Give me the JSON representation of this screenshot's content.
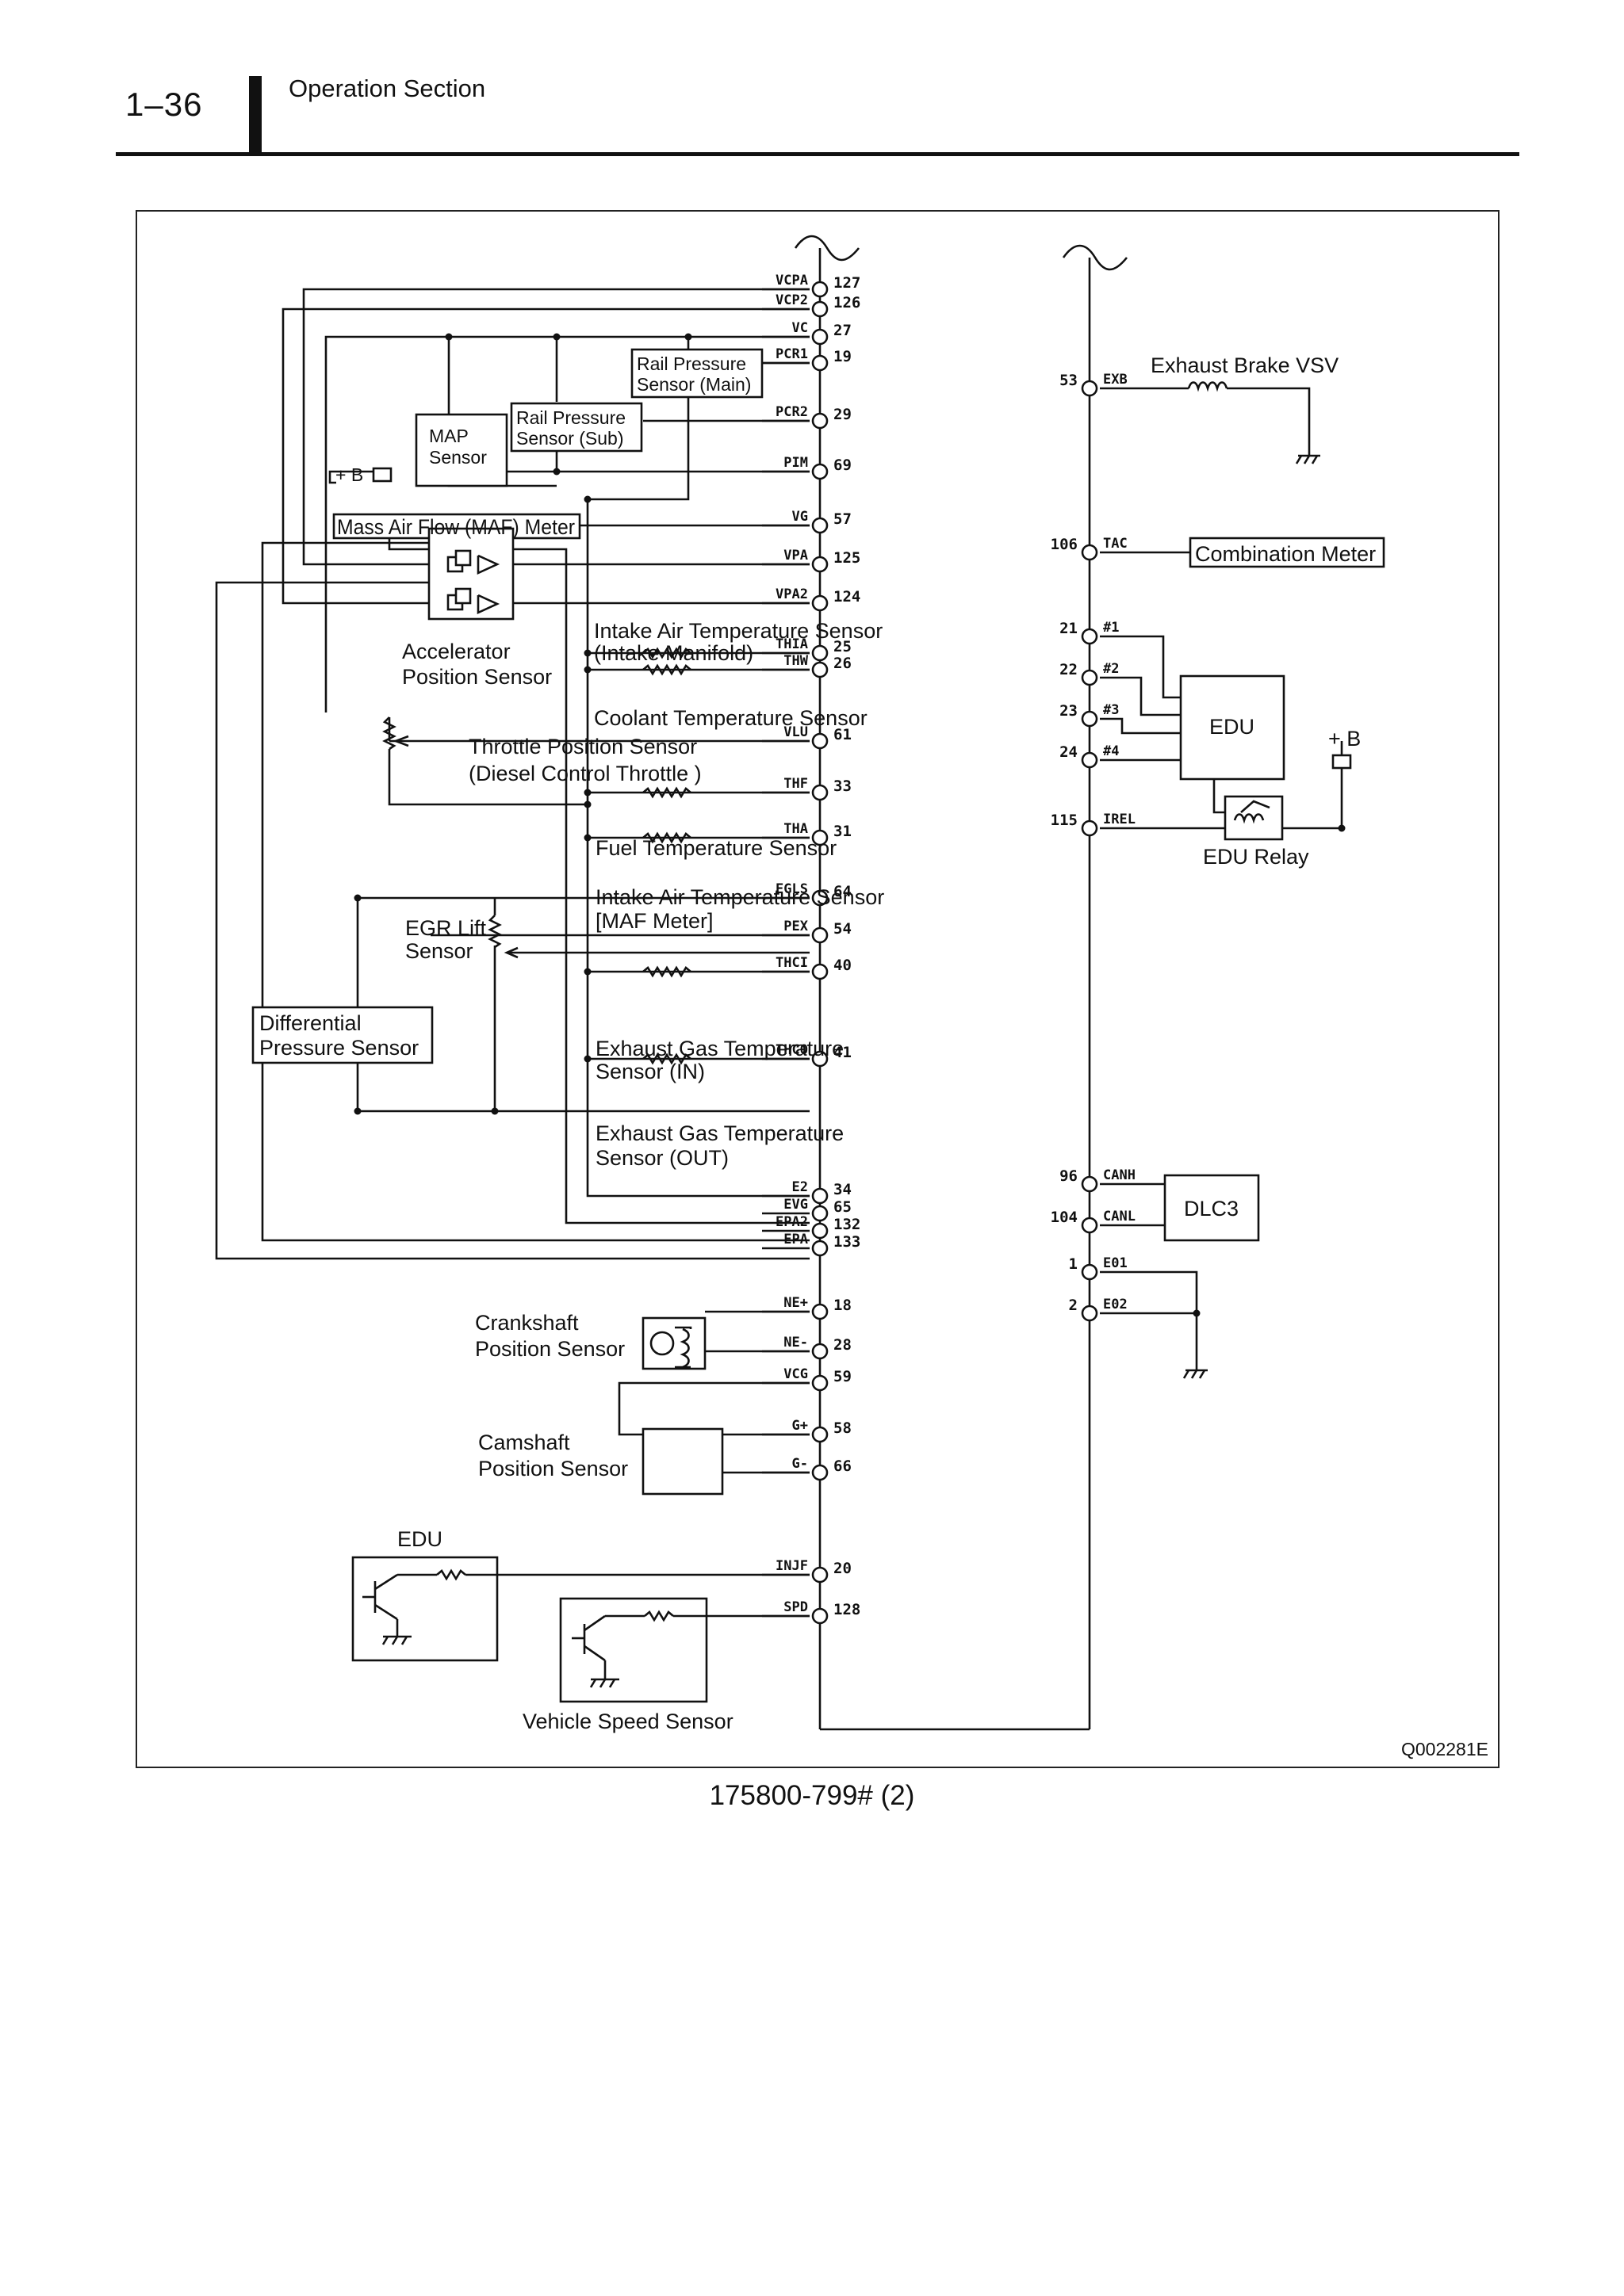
{
  "header": {
    "page_number": "1–36",
    "section_title": "Operation Section"
  },
  "figure": {
    "code": "Q002281E",
    "caption": "175800-799# (2)"
  },
  "left_bus": {
    "terminals": [
      {
        "name": "VCPA",
        "no": "127"
      },
      {
        "name": "VCP2",
        "no": "126"
      },
      {
        "name": "VC",
        "no": "27"
      },
      {
        "name": "PCR1",
        "no": "19"
      },
      {
        "name": "PCR2",
        "no": "29"
      },
      {
        "name": "PIM",
        "no": "69"
      },
      {
        "name": "VG",
        "no": "57"
      },
      {
        "name": "VPA",
        "no": "125"
      },
      {
        "name": "VPA2",
        "no": "124"
      },
      {
        "name": "THIA",
        "no": "25"
      },
      {
        "name": "THW",
        "no": "26"
      },
      {
        "name": "VLU",
        "no": "61"
      },
      {
        "name": "THF",
        "no": "33"
      },
      {
        "name": "THA",
        "no": "31"
      },
      {
        "name": "EGLS",
        "no": "64"
      },
      {
        "name": "PEX",
        "no": "54"
      },
      {
        "name": "THCI",
        "no": "40"
      },
      {
        "name": "THCO",
        "no": "41"
      },
      {
        "name": "E2",
        "no": "34"
      },
      {
        "name": "EVG",
        "no": "65"
      },
      {
        "name": "EPA2",
        "no": "132"
      },
      {
        "name": "EPA",
        "no": "133"
      },
      {
        "name": "NE+",
        "no": "18"
      },
      {
        "name": "NE-",
        "no": "28"
      },
      {
        "name": "VCG",
        "no": "59"
      },
      {
        "name": "G+",
        "no": "58"
      },
      {
        "name": "G-",
        "no": "66"
      },
      {
        "name": "INJF",
        "no": "20"
      },
      {
        "name": "SPD",
        "no": "128"
      }
    ]
  },
  "right_bus": {
    "terminals": [
      {
        "name": "EXB",
        "no": "53"
      },
      {
        "name": "TAC",
        "no": "106"
      },
      {
        "name": "#1",
        "no": "21"
      },
      {
        "name": "#2",
        "no": "22"
      },
      {
        "name": "#3",
        "no": "23"
      },
      {
        "name": "#4",
        "no": "24"
      },
      {
        "name": "IREL",
        "no": "115"
      },
      {
        "name": "CANH",
        "no": "96"
      },
      {
        "name": "CANL",
        "no": "104"
      },
      {
        "name": "E01",
        "no": "1"
      },
      {
        "name": "E02",
        "no": "2"
      }
    ]
  },
  "components": {
    "rail_main": [
      "Rail Pressure",
      "Sensor (Main)"
    ],
    "rail_sub": [
      "Rail Pressure",
      "Sensor (Sub)"
    ],
    "map": [
      "MAP",
      "Sensor"
    ],
    "plus_b": "+ B",
    "maf": "Mass Air Flow (MAF) Meter",
    "accel": [
      "Accelerator",
      "Position Sensor"
    ],
    "iat_manifold": [
      "Intake Air Temperature Sensor",
      "(Intake Manifold)"
    ],
    "coolant": "Coolant Temperature Sensor",
    "throttle": [
      "Throttle Position Sensor",
      "(Diesel Control Throttle )"
    ],
    "fuel_temp": "Fuel Temperature Sensor",
    "iat_maf": [
      "Intake Air Temperature Sensor",
      "[MAF Meter]"
    ],
    "egr": [
      "EGR Lift",
      "Sensor"
    ],
    "diff_pressure": [
      "Differential",
      "Pressure Sensor"
    ],
    "exhaust_in": [
      "Exhaust Gas Temperature",
      "Sensor (IN)"
    ],
    "exhaust_out": [
      "Exhaust Gas Temperature",
      "Sensor (OUT)"
    ],
    "crankshaft": [
      "Crankshaft",
      "Position Sensor"
    ],
    "camshaft": [
      "Camshaft",
      "Position Sensor"
    ],
    "edu_left": "EDU",
    "vehicle_speed": "Vehicle Speed Sensor",
    "exhaust_brake": "Exhaust Brake VSV",
    "combination_meter": "Combination Meter",
    "edu_right": "EDU",
    "edu_relay": "EDU Relay",
    "plus_b_right": "+ B",
    "dlc3": "DLC3"
  }
}
